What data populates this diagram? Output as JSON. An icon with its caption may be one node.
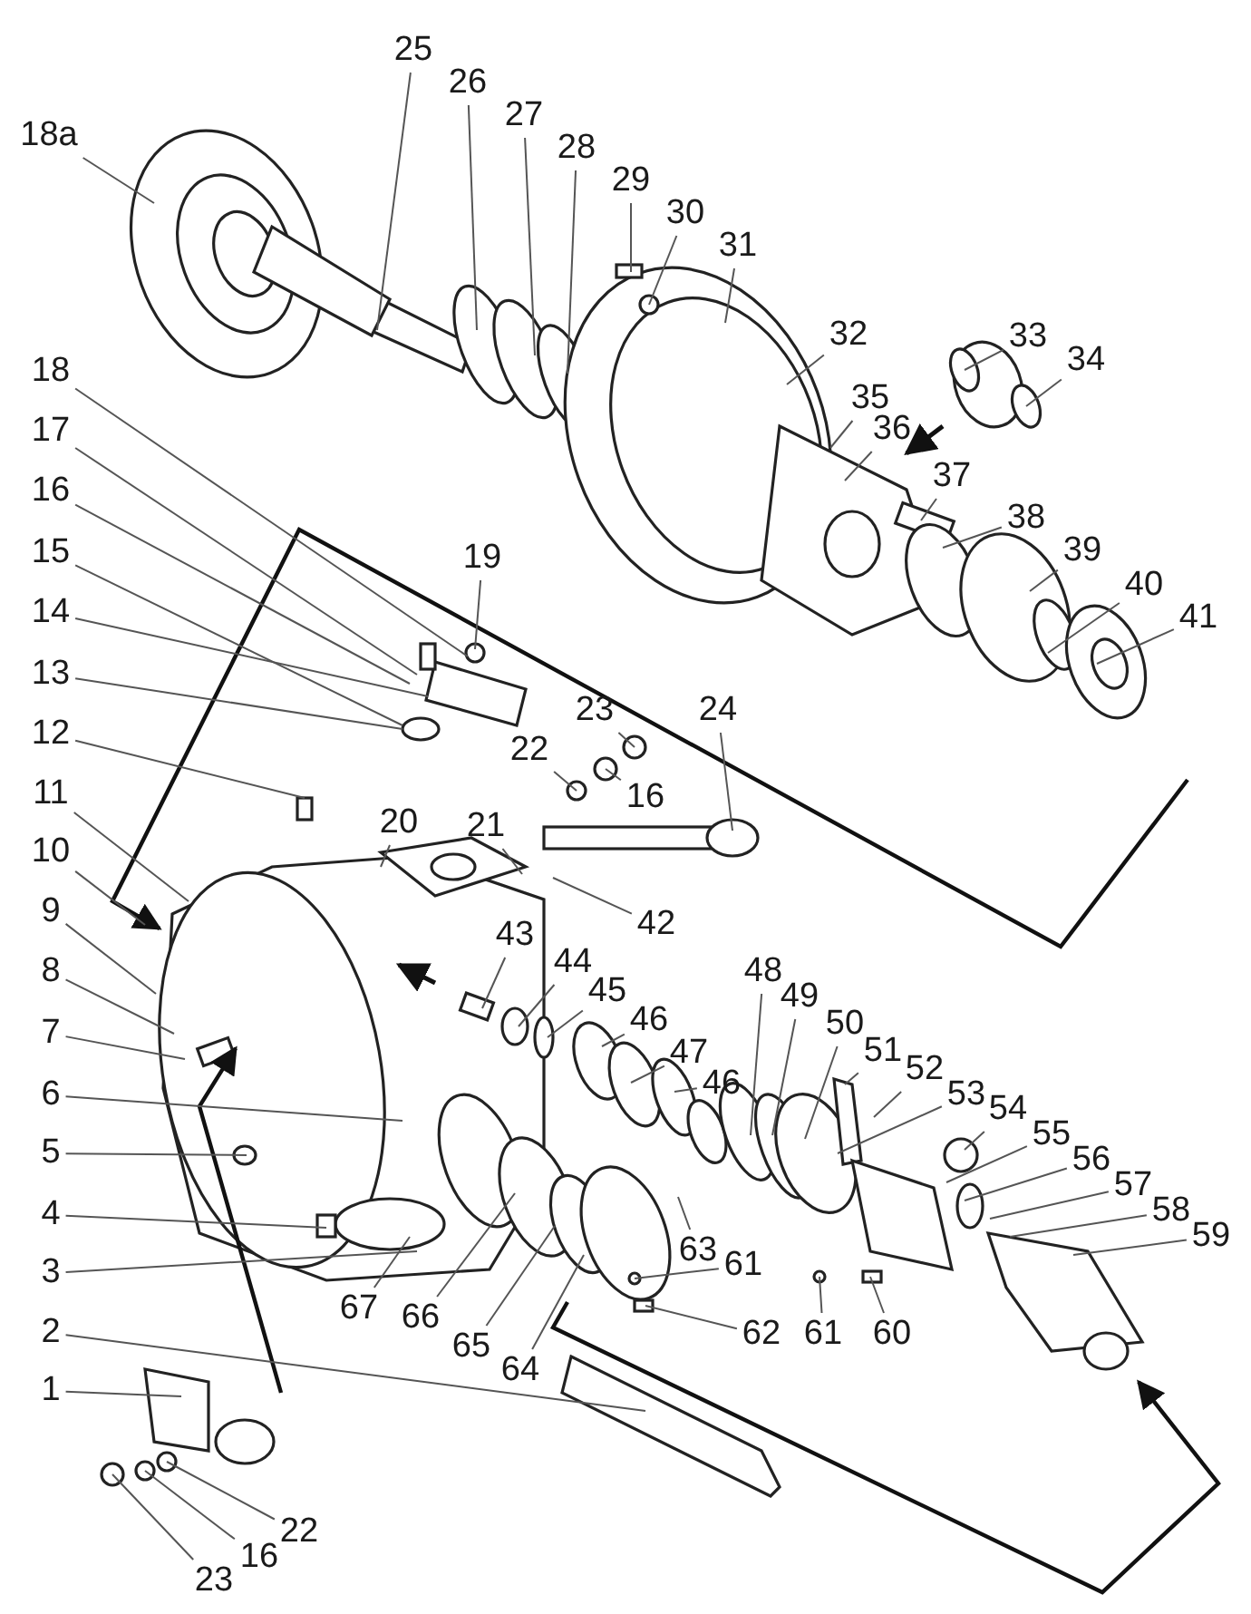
{
  "diagram": {
    "nodes": [
      {
        "text": [
          "25"
        ]
      },
      {
        "text": [
          "26"
        ]
      },
      {
        "text": [
          "27"
        ]
      },
      {
        "text": [
          "28"
        ]
      },
      {
        "text": [
          "29"
        ]
      },
      {
        "text": [
          "30"
        ]
      },
      {
        "text": [
          "31"
        ]
      },
      {
        "text": [
          "18a"
        ]
      },
      {
        "text": [
          "32"
        ]
      },
      {
        "text": [
          "33"
        ]
      },
      {
        "text": [
          "34"
        ]
      },
      {
        "text": [
          "35"
        ]
      },
      {
        "text": [
          "36"
        ]
      },
      {
        "text": [
          "37"
        ]
      },
      {
        "text": [
          "18"
        ]
      },
      {
        "text": [
          "38"
        ]
      },
      {
        "text": [
          "17"
        ]
      },
      {
        "text": [
          "39"
        ]
      },
      {
        "text": [
          "16"
        ]
      },
      {
        "text": [
          "40"
        ]
      },
      {
        "text": [
          "15"
        ]
      },
      {
        "text": [
          "41"
        ]
      },
      {
        "text": [
          "14"
        ]
      },
      {
        "text": [
          "19"
        ]
      },
      {
        "text": [
          "13"
        ]
      },
      {
        "text": [
          "23"
        ]
      },
      {
        "text": [
          "22"
        ]
      },
      {
        "text": [
          "16"
        ]
      },
      {
        "text": [
          "24"
        ]
      },
      {
        "text": [
          "12"
        ]
      },
      {
        "text": [
          "20"
        ]
      },
      {
        "text": [
          "21"
        ]
      },
      {
        "text": [
          "11"
        ]
      },
      {
        "text": [
          "10"
        ]
      },
      {
        "text": [
          "42"
        ]
      },
      {
        "text": [
          "9"
        ]
      },
      {
        "text": [
          "43"
        ]
      },
      {
        "text": [
          "44"
        ]
      },
      {
        "text": [
          "45"
        ]
      },
      {
        "text": [
          "8"
        ]
      },
      {
        "text": [
          "48"
        ]
      },
      {
        "text": [
          "46"
        ]
      },
      {
        "text": [
          "49"
        ]
      },
      {
        "text": [
          "47"
        ]
      },
      {
        "text": [
          "50"
        ]
      },
      {
        "text": [
          "46"
        ]
      },
      {
        "text": [
          "51"
        ]
      },
      {
        "text": [
          "7"
        ]
      },
      {
        "text": [
          "52"
        ]
      },
      {
        "text": [
          "53"
        ]
      },
      {
        "text": [
          "54"
        ]
      },
      {
        "text": [
          "6"
        ]
      },
      {
        "text": [
          "55"
        ]
      },
      {
        "text": [
          "56"
        ]
      },
      {
        "text": [
          "5"
        ]
      },
      {
        "text": [
          "57"
        ]
      },
      {
        "text": [
          "58"
        ]
      },
      {
        "text": [
          "4"
        ]
      },
      {
        "text": [
          "59"
        ]
      },
      {
        "text": [
          "63"
        ]
      },
      {
        "text": [
          "3"
        ]
      },
      {
        "text": [
          "61"
        ]
      },
      {
        "text": [
          "67"
        ]
      },
      {
        "text": [
          "62"
        ]
      },
      {
        "text": [
          "61"
        ]
      },
      {
        "text": [
          "60"
        ]
      },
      {
        "text": [
          "66"
        ]
      },
      {
        "text": [
          "65"
        ]
      },
      {
        "text": [
          "2"
        ]
      },
      {
        "text": [
          "64"
        ]
      },
      {
        "text": [
          "1"
        ]
      },
      {
        "text": [
          "22"
        ]
      },
      {
        "text": [
          "16"
        ]
      },
      {
        "text": [
          "23"
        ]
      }
    ],
    "edges": [
      {
        "from": 0,
        "to": null,
        "arrow": "none"
      },
      {
        "from": 1,
        "to": null,
        "arrow": "none"
      },
      {
        "from": 2,
        "to": null,
        "arrow": "none"
      },
      {
        "from": 3,
        "to": null,
        "arrow": "none"
      },
      {
        "from": 4,
        "to": null,
        "arrow": "none"
      },
      {
        "from": 5,
        "to": null,
        "arrow": "none"
      },
      {
        "from": 6,
        "to": null,
        "arrow": "none"
      },
      {
        "from": 7,
        "to": null,
        "arrow": "none"
      },
      {
        "from": 8,
        "to": null,
        "arrow": "none"
      },
      {
        "from": 9,
        "to": null,
        "arrow": "none"
      },
      {
        "from": 10,
        "to": null,
        "arrow": "none"
      },
      {
        "from": 11,
        "to": null,
        "arrow": "none"
      },
      {
        "from": 12,
        "to": null,
        "arrow": "none"
      },
      {
        "from": 13,
        "to": null,
        "arrow": "none"
      },
      {
        "from": 14,
        "to": null,
        "arrow": "none"
      },
      {
        "from": 15,
        "to": null,
        "arrow": "none"
      },
      {
        "from": 16,
        "to": null,
        "arrow": "none"
      },
      {
        "from": 17,
        "to": null,
        "arrow": "none"
      },
      {
        "from": 18,
        "to": null,
        "arrow": "none"
      },
      {
        "from": 19,
        "to": null,
        "arrow": "none"
      },
      {
        "from": 20,
        "to": null,
        "arrow": "none"
      },
      {
        "from": 21,
        "to": null,
        "arrow": "none"
      },
      {
        "from": 22,
        "to": null,
        "arrow": "none"
      },
      {
        "from": 23,
        "to": null,
        "arrow": "none"
      },
      {
        "from": 24,
        "to": null,
        "arrow": "none"
      },
      {
        "from": 25,
        "to": null,
        "arrow": "none"
      },
      {
        "from": 26,
        "to": null,
        "arrow": "none"
      },
      {
        "from": 27,
        "to": null,
        "arrow": "none"
      },
      {
        "from": 28,
        "to": null,
        "arrow": "none"
      },
      {
        "from": 29,
        "to": null,
        "arrow": "none"
      },
      {
        "from": 30,
        "to": null,
        "arrow": "none"
      },
      {
        "from": 31,
        "to": null,
        "arrow": "none"
      },
      {
        "from": 32,
        "to": null,
        "arrow": "none"
      },
      {
        "from": 33,
        "to": null,
        "arrow": "none"
      },
      {
        "from": 34,
        "to": null,
        "arrow": "none"
      },
      {
        "from": 35,
        "to": null,
        "arrow": "none"
      },
      {
        "from": 36,
        "to": null,
        "arrow": "none"
      },
      {
        "from": 37,
        "to": null,
        "arrow": "none"
      },
      {
        "from": 38,
        "to": null,
        "arrow": "none"
      },
      {
        "from": 39,
        "to": null,
        "arrow": "none"
      },
      {
        "from": 40,
        "to": null,
        "arrow": "none"
      },
      {
        "from": 41,
        "to": null,
        "arrow": "none"
      },
      {
        "from": 42,
        "to": null,
        "arrow": "none"
      },
      {
        "from": 43,
        "to": null,
        "arrow": "none"
      },
      {
        "from": 44,
        "to": null,
        "arrow": "none"
      },
      {
        "from": 45,
        "to": null,
        "arrow": "none"
      },
      {
        "from": 46,
        "to": null,
        "arrow": "none"
      },
      {
        "from": 47,
        "to": null,
        "arrow": "none"
      },
      {
        "from": 48,
        "to": null,
        "arrow": "none"
      },
      {
        "from": 49,
        "to": null,
        "arrow": "none"
      },
      {
        "from": 50,
        "to": null,
        "arrow": "none"
      },
      {
        "from": 51,
        "to": null,
        "arrow": "none"
      },
      {
        "from": 52,
        "to": null,
        "arrow": "none"
      },
      {
        "from": 53,
        "to": null,
        "arrow": "none"
      },
      {
        "from": 54,
        "to": null,
        "arrow": "none"
      },
      {
        "from": 55,
        "to": null,
        "arrow": "none"
      },
      {
        "from": 56,
        "to": null,
        "arrow": "none"
      },
      {
        "from": 57,
        "to": null,
        "arrow": "none"
      },
      {
        "from": 58,
        "to": null,
        "arrow": "none"
      },
      {
        "from": 59,
        "to": null,
        "arrow": "none"
      },
      {
        "from": 60,
        "to": null,
        "arrow": "none"
      },
      {
        "from": 61,
        "to": null,
        "arrow": "none"
      },
      {
        "from": 62,
        "to": null,
        "arrow": "none"
      },
      {
        "from": 63,
        "to": null,
        "arrow": "none"
      },
      {
        "from": 64,
        "to": null,
        "arrow": "none"
      },
      {
        "from": 65,
        "to": null,
        "arrow": "none"
      },
      {
        "from": 66,
        "to": null,
        "arrow": "none"
      },
      {
        "from": 67,
        "to": null,
        "arrow": "none"
      },
      {
        "from": 68,
        "to": null,
        "arrow": "none"
      },
      {
        "from": 69,
        "to": null,
        "arrow": "none"
      },
      {
        "from": 70,
        "to": null,
        "arrow": "none"
      },
      {
        "from": 71,
        "to": null,
        "arrow": "none"
      },
      {
        "from": 72,
        "to": null,
        "arrow": "none"
      },
      {
        "from": 73,
        "to": null,
        "arrow": "none"
      }
    ]
  }
}
